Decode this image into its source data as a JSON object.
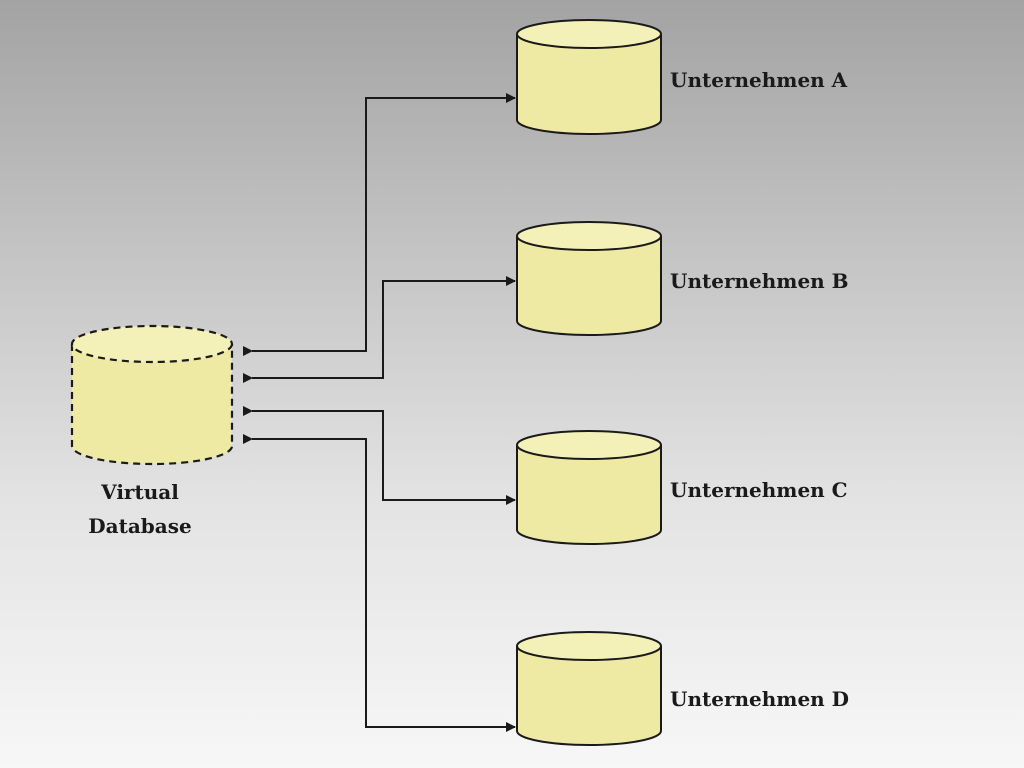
{
  "diagram": {
    "virtual_database": {
      "label_line1": "Virtual",
      "label_line2": "Database"
    },
    "companies": [
      {
        "label": "Unternehmen A"
      },
      {
        "label": "Unternehmen B"
      },
      {
        "label": "Unternehmen C"
      },
      {
        "label": "Unternehmen D"
      }
    ],
    "connections": [
      {
        "from": "Unternehmen A",
        "to": "Virtual Database",
        "arrowheads": "both"
      },
      {
        "from": "Unternehmen B",
        "to": "Virtual Database",
        "arrowheads": "both"
      },
      {
        "from": "Virtual Database",
        "to": "Unternehmen C",
        "arrowheads": "both"
      },
      {
        "from": "Virtual Database",
        "to": "Unternehmen D",
        "arrowheads": "both"
      }
    ],
    "colors": {
      "database_fill": "#eeeaa4",
      "database_top": "#f4f1b8",
      "outline": "#1a1a1a"
    }
  }
}
